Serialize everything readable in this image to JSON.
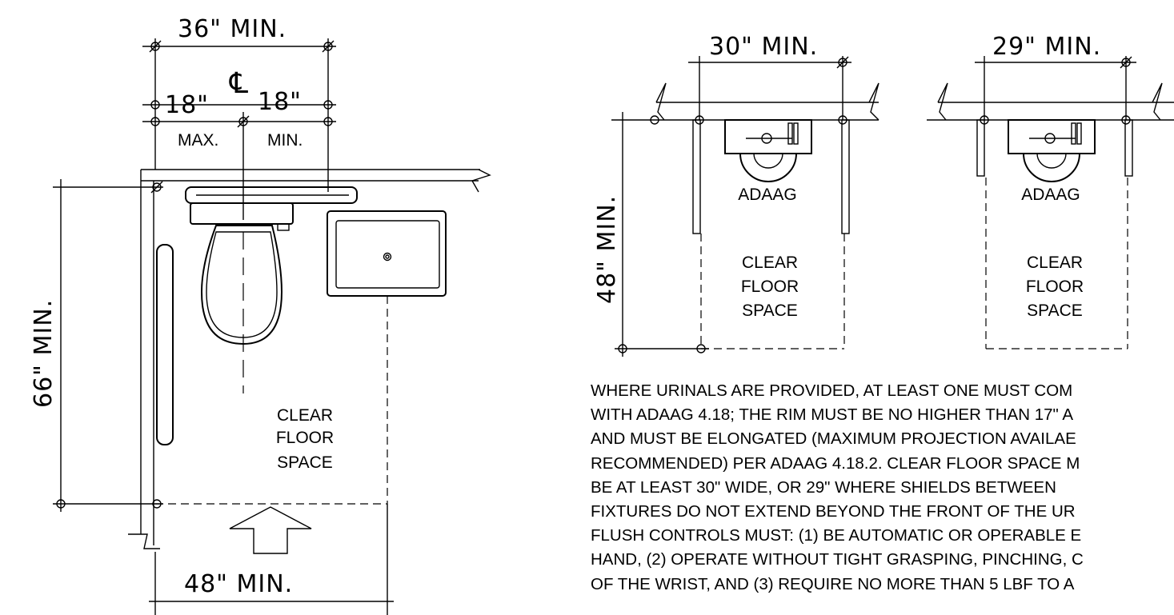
{
  "left_plan": {
    "dim_top": "36\" MIN.",
    "centerline_symbol": "℄",
    "dim_left_half": "18\"",
    "dim_right_half": "18\"",
    "label_max": "MAX.",
    "label_min": "MIN.",
    "dim_side": "66\" MIN.",
    "dim_bottom": "48\" MIN.",
    "clear_floor_lines": [
      "CLEAR",
      "FLOOR",
      "SPACE"
    ]
  },
  "urinal_a": {
    "dim_top": "30\" MIN.",
    "dim_side": "48\" MIN.",
    "fixture_label": "ADAAG",
    "clear_floor_lines": [
      "CLEAR",
      "FLOOR",
      "SPACE"
    ]
  },
  "urinal_b": {
    "dim_top": "29\" MIN.",
    "fixture_label": "ADAAG",
    "clear_floor_lines": [
      "CLEAR",
      "FLOOR",
      "SPACE"
    ]
  },
  "note_lines": [
    "WHERE URINALS ARE PROVIDED, AT LEAST ONE MUST COM",
    "WITH ADAAG 4.18; THE RIM MUST BE NO HIGHER THAN 17\" A",
    "AND MUST BE ELONGATED (MAXIMUM PROJECTION AVAILAE",
    "RECOMMENDED) PER ADAAG 4.18.2.  CLEAR FLOOR SPACE M",
    "BE AT LEAST 30\" WIDE, OR 29\" WHERE SHIELDS BETWEEN",
    "FIXTURES DO NOT EXTEND BEYOND THE FRONT OF THE UR",
    "FLUSH CONTROLS MUST: (1) BE AUTOMATIC OR OPERABLE E",
    "HAND, (2) OPERATE WITHOUT TIGHT GRASPING, PINCHING, C",
    "OF THE WRIST, AND (3) REQUIRE NO MORE THAN 5 LBF TO A"
  ]
}
